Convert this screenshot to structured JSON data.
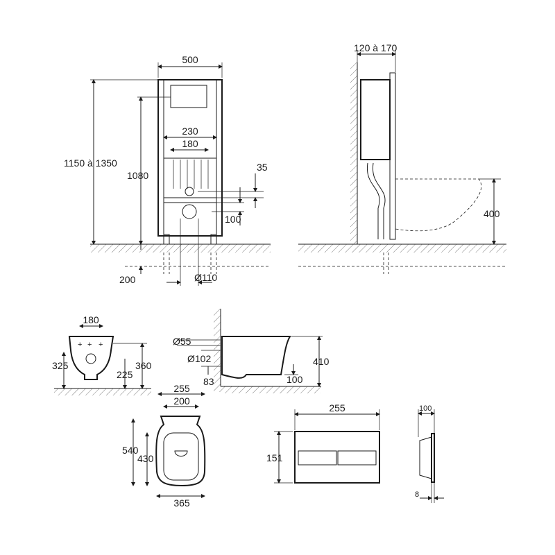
{
  "front_view": {
    "width": "500",
    "total_height": "1150 à 1350",
    "frame_height": "1080",
    "bolt_spacing_outer": "230",
    "bolt_spacing_inner": "180",
    "dim_35": "35",
    "dim_100": "100",
    "dim_200": "200",
    "drain_diameter": "Ø110"
  },
  "side_view": {
    "depth": "120 à 170",
    "bowl_height": "400"
  },
  "bowl_back_view": {
    "bolt_spacing": "180",
    "dim_325": "325",
    "dim_360": "360",
    "dim_225": "225"
  },
  "bowl_side_view": {
    "inlet_diameter": "Ø55",
    "outlet_diameter": "Ø102",
    "dim_83": "83",
    "dim_100": "100",
    "height": "410"
  },
  "bowl_top_view": {
    "outer_width": "255",
    "inner_width": "200",
    "length": "540",
    "inner_length": "430",
    "width": "365"
  },
  "flush_plate_front": {
    "width": "255",
    "height": "151"
  },
  "flush_plate_side": {
    "depth": "100",
    "thickness": "8"
  }
}
